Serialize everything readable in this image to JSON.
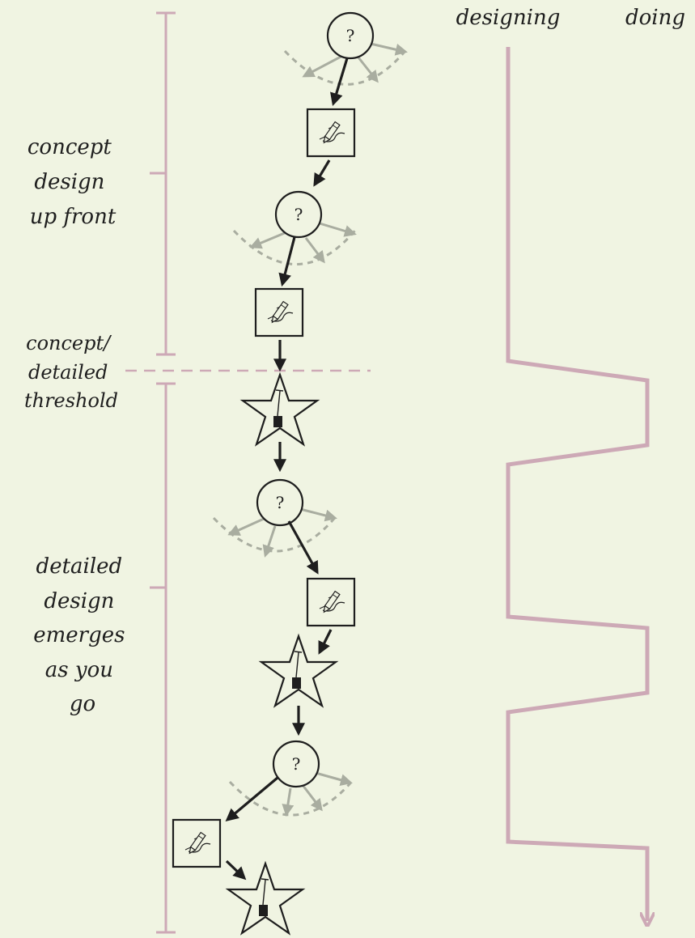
{
  "columns": {
    "designing": "designing",
    "doing": "doing"
  },
  "phases": {
    "concept": [
      "concept",
      "design",
      "up front"
    ],
    "threshold": [
      "concept/",
      "detailed",
      "threshold"
    ],
    "detailed": [
      "detailed",
      "design",
      "emerges",
      "as you",
      "go"
    ]
  },
  "decision_symbol": "?",
  "colors": {
    "background": "#f0f4e2",
    "bracket": "#cda9b6",
    "ink": "#1e1e1e",
    "option_arrows": "#a9ada0"
  },
  "icons": {
    "decision": "question-circle",
    "design": "pencil-sketch-square",
    "build": "shovel-star"
  }
}
